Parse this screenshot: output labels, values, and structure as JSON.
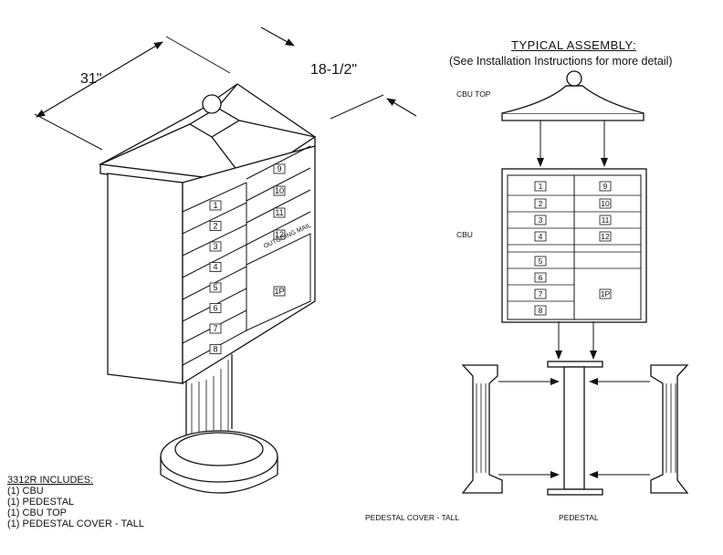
{
  "dimensions": {
    "width": "31\"",
    "depth": "18-1/2\""
  },
  "assembly": {
    "title": "TYPICAL ASSEMBLY:",
    "subtitle": "(See Installation Instructions for more detail)",
    "labels": {
      "cbu_top": "CBU TOP",
      "cbu": "CBU",
      "pedestal_cover": "PEDESTAL COVER - TALL",
      "pedestal": "PEDESTAL"
    }
  },
  "includes": {
    "heading": "3312R INCLUDES:",
    "items": [
      "(1) CBU",
      "(1) PEDESTAL",
      "(1) CBU TOP",
      "(1) PEDESTAL COVER - TALL"
    ]
  },
  "cbu_doors": {
    "left": [
      "1",
      "2",
      "3",
      "4",
      "5",
      "6",
      "7",
      "8"
    ],
    "right": [
      "9",
      "10",
      "11",
      "12"
    ],
    "parcel": "1P",
    "outgoing": "OUTGOING MAIL"
  }
}
